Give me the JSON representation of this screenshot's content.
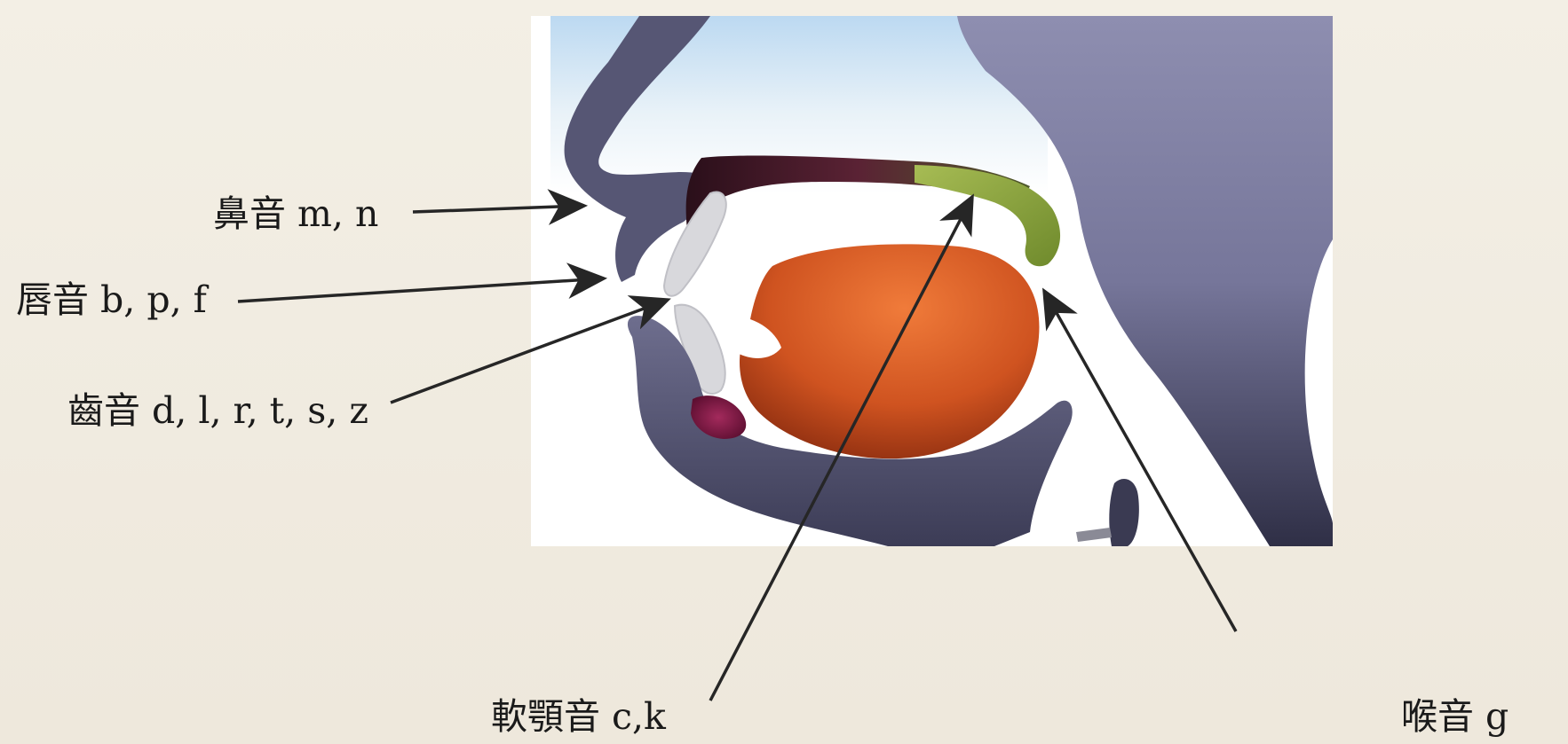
{
  "labels": {
    "nasal": "鼻音 m, n",
    "labial": "唇音 b, p, f",
    "dental": "齒音 d, l, r,  t, s, z",
    "velar": "軟顎音 c,k",
    "glottal": "喉音 g"
  },
  "colors": {
    "background": "#f1ece1",
    "head_silhouette": "#4e4e6e",
    "sky": "#cfe3f3",
    "tongue": "#cf5a22",
    "palate": "#3e1624",
    "velum": "#8aa33a",
    "teeth": "#d9d9dc",
    "lip": "#7a1a45",
    "arrow": "#262626"
  },
  "icons": [
    "anatomical-head-illustration",
    "arrow-icon"
  ]
}
